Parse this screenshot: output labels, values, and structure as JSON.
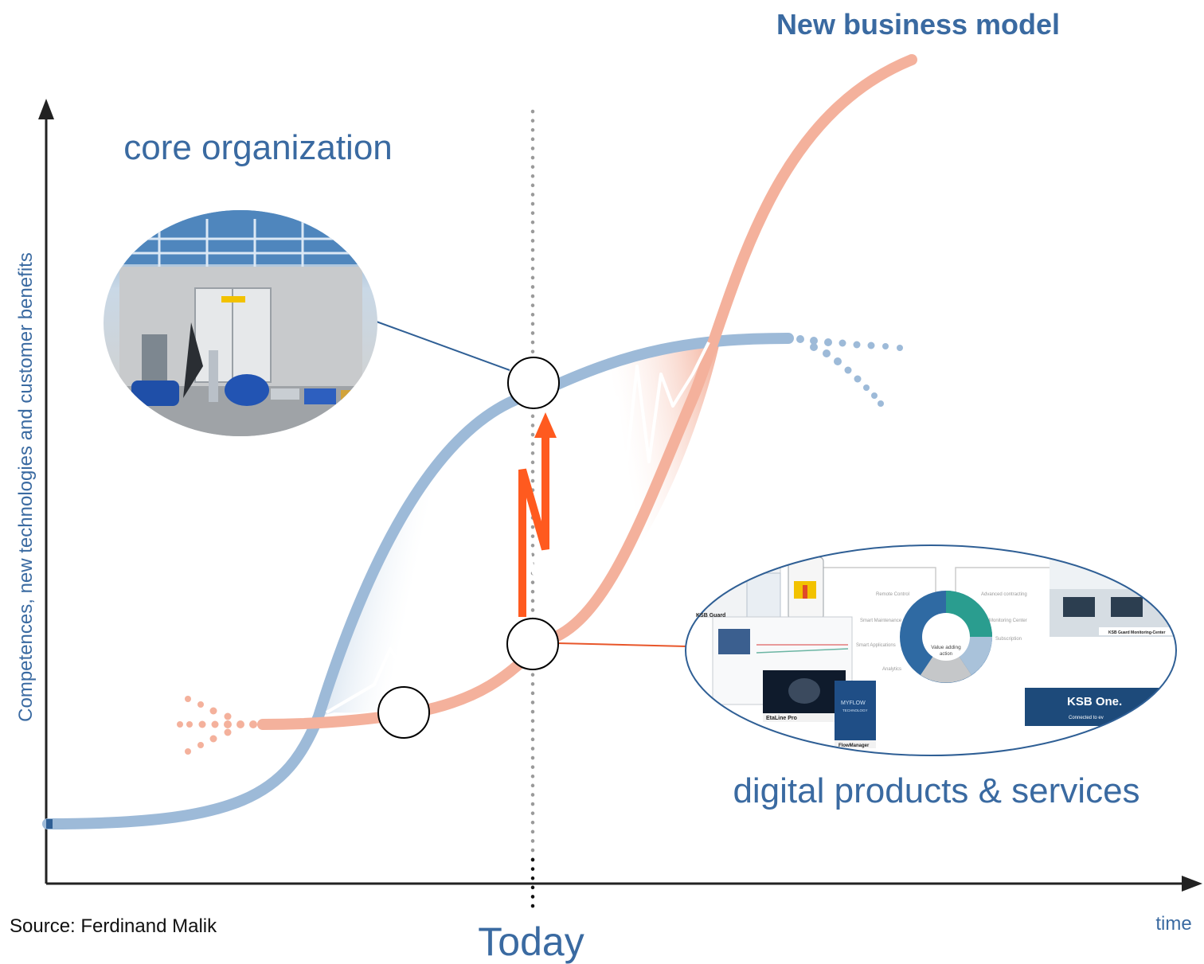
{
  "labels": {
    "new_business_model": "New business model",
    "core_organization": "core organization",
    "digital_products": "digital products & services",
    "y_axis": "Competences, new technologies and customer benefits",
    "x_axis": "time",
    "today": "Today",
    "source": "Source: Ferdinand Malik"
  },
  "photo_digital": {
    "ksb_guard": "KSB Guard",
    "etaline_pro": "EtaLine Pro",
    "myflow": "MYFLOW",
    "myflow_sub": "TECHNOLOGY",
    "flowmanager": "FlowManager",
    "ksb_one": "KSB One.",
    "ksb_one_sub": "Connected to ev",
    "monitoring_center": "KSB Guard Monitoring-Center",
    "value_adding": "Value adding",
    "action": "action",
    "remote_control": "Remote Control",
    "smart_maintenance": "Smart Maintenance",
    "smart_applications": "Smart Applications",
    "analytics": "Analytics",
    "advanced_contracting": "Advanced contracting",
    "monitoring_center_small": "Monitoring Center",
    "subscription": "Subscription"
  },
  "colors": {
    "blue_curve": "#9dbad8",
    "salmon_curve": "#f4b19c",
    "title_blue": "#3a6aa1",
    "arrow_orange": "#ff5a1f",
    "axis": "#222222"
  }
}
